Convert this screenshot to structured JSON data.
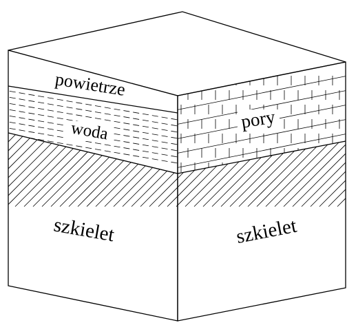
{
  "diagram": {
    "left_face": {
      "layers": [
        {
          "label": "powietrze",
          "pattern": "none"
        },
        {
          "label": "woda",
          "pattern": "dashed"
        },
        {
          "label": "szkielet",
          "pattern": "hatch"
        }
      ]
    },
    "right_face": {
      "layers": [
        {
          "label": "pory",
          "pattern": "grid"
        },
        {
          "label": "szkielet",
          "pattern": "hatch"
        }
      ]
    },
    "colors": {
      "line": "#000000",
      "background": "#ffffff"
    }
  }
}
